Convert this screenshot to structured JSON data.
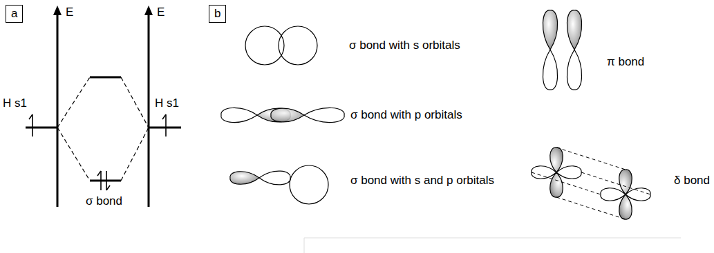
{
  "diagram": {
    "nodes": [
      {
        "text": [
          "a"
        ]
      },
      {
        "text": [
          "b"
        ]
      }
    ],
    "labels": [
      "E",
      "E",
      "H s1",
      "H s1",
      "σ bond",
      "σ bond with s orbitals",
      "σ bond with p orbitals",
      "σ bond with s and p orbitals",
      "π bond",
      "δ bond"
    ]
  }
}
